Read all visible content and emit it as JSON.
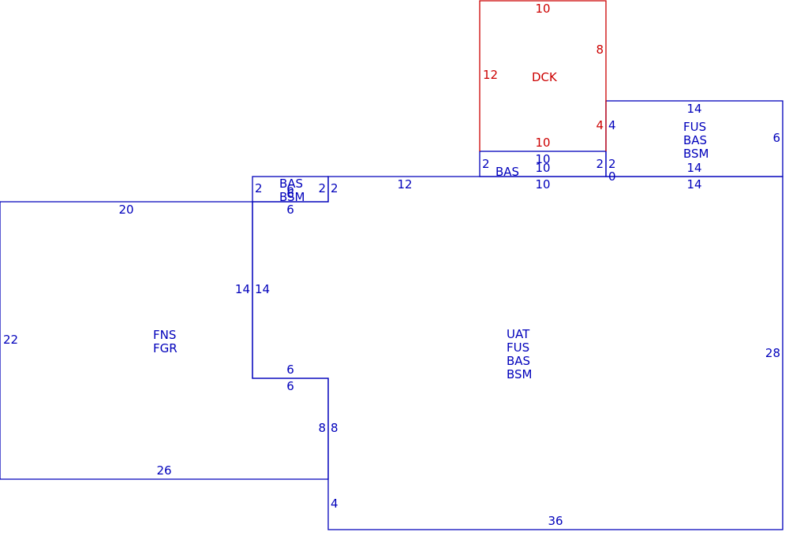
{
  "colors": {
    "outline_primary": "#0000bb",
    "outline_deck": "#cc0000",
    "background": "#ffffff"
  },
  "areas": [
    {
      "id": "main",
      "labels": [
        "UAT",
        "FUS",
        "BAS",
        "BSM"
      ],
      "color": "outline_primary",
      "dimensions": [
        "36",
        "28",
        "14",
        "0",
        "10",
        "12",
        "2",
        "6",
        "14",
        "6",
        "8",
        "4"
      ]
    },
    {
      "id": "left-wing",
      "labels": [
        "FNS",
        "FGR"
      ],
      "color": "outline_primary",
      "dimensions": [
        "20",
        "14",
        "6",
        "8",
        "26",
        "22"
      ]
    },
    {
      "id": "small-bump",
      "labels": [
        "BAS",
        "BSM"
      ],
      "color": "outline_primary",
      "dimensions": [
        "6",
        "2",
        "2",
        "6"
      ]
    },
    {
      "id": "bas-strip",
      "labels": [
        "BAS"
      ],
      "color": "outline_primary",
      "dimensions": [
        "10",
        "2",
        "10",
        "2",
        "10"
      ]
    },
    {
      "id": "right-box",
      "labels": [
        "FUS",
        "BAS",
        "BSM"
      ],
      "color": "outline_primary",
      "dimensions": [
        "14",
        "6",
        "14",
        "4",
        "14"
      ]
    },
    {
      "id": "deck",
      "labels": [
        "DCK"
      ],
      "color": "outline_deck",
      "dimensions": [
        "10",
        "8",
        "4",
        "10",
        "12"
      ]
    }
  ]
}
